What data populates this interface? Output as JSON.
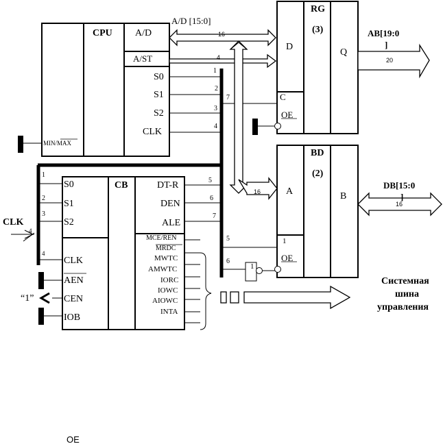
{
  "cpu": {
    "title": "CPU",
    "pins_left": [
      "A/D",
      "A/ST",
      "S0",
      "S1",
      "S2",
      "CLK"
    ],
    "minmax": "MIN/MAX"
  },
  "cb": {
    "title": "CB",
    "inputs": [
      "S0",
      "S1",
      "S2",
      "CLK",
      "AEN",
      "CEN",
      "IOB"
    ],
    "outputs": [
      "DT-R",
      "DEN",
      "ALE",
      "MCE/REN",
      "MRDC",
      "MWTC",
      "AMWTC",
      "IORC",
      "IOWC",
      "AIOWC",
      "INTA"
    ]
  },
  "rg": {
    "title": "RG",
    "sub": "(3)",
    "d": "D",
    "c": "C",
    "oe": "OE",
    "q": "Q"
  },
  "bd": {
    "title": "BD",
    "sub": "(2)",
    "a": "A",
    "one": "1",
    "oe": "OE",
    "b": "B"
  },
  "buses": {
    "ad": "A/D [15:0]",
    "ab": "AB[19:0",
    "ab_cont": "]",
    "db": "DB[15:0",
    "db_cont": "]",
    "w16": "16",
    "w4": "4",
    "w20": "20",
    "w16b": "16",
    "w16c": "16"
  },
  "wire_numbers": {
    "n1": "1",
    "n2": "2",
    "n3": "3",
    "n4": "4",
    "n7": "7",
    "n5": "5",
    "n6": "6",
    "n7b": "7",
    "n5b": "5",
    "n6b": "6",
    "l1": "1",
    "l2": "2",
    "l3": "3",
    "l4": "4",
    "l4b": "4"
  },
  "left": {
    "clk": "CLK",
    "one": "“1”"
  },
  "system_bus": [
    "Системная",
    "шина",
    "управления"
  ],
  "inverter_label": "1",
  "footer": "OE"
}
